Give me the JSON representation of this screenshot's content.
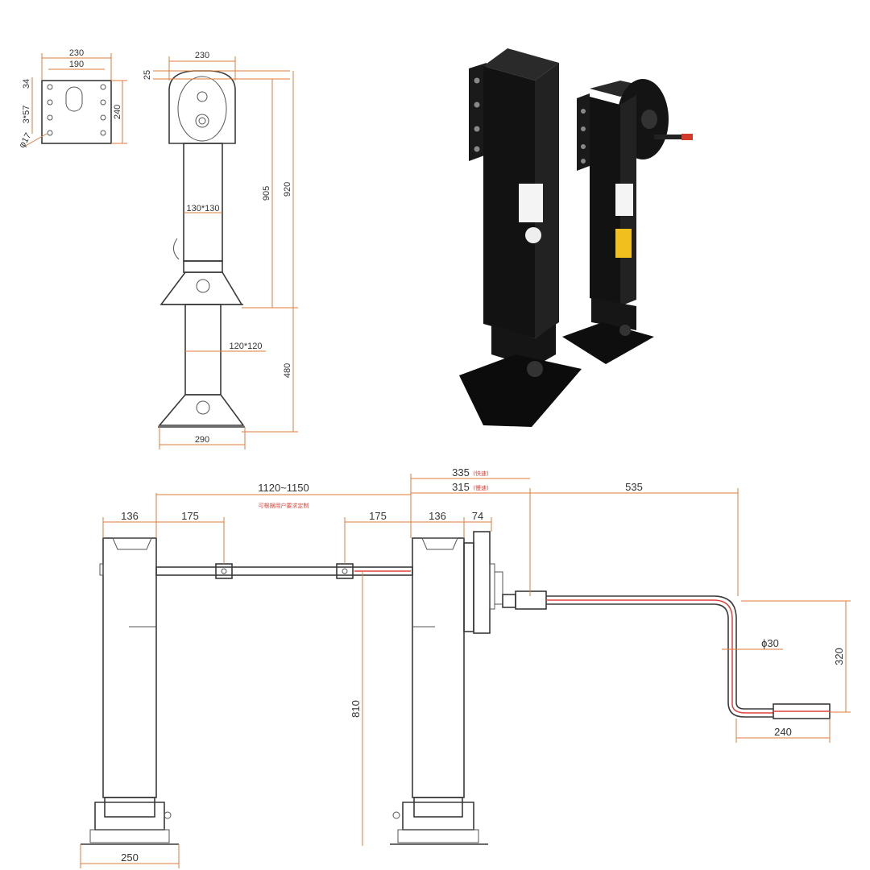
{
  "colors": {
    "dimension_line": "#e07a3a",
    "outline": "#3a3a3a",
    "photo_body": "#111111",
    "label_yellow": "#f2c01e",
    "crank_red": "#e0443a"
  },
  "plate_view": {
    "dims": {
      "width_outer": "230",
      "width_hole": "190",
      "height": "240",
      "top_offset": "34",
      "hole_pitch": "3*57",
      "hole_dia": "φ17"
    }
  },
  "side_view": {
    "dims": {
      "top_width": "230",
      "top_offset": "25",
      "upper_tube": "130*130",
      "height_retracted": "905",
      "height_total": "920",
      "lower_tube": "120*120",
      "extension": "480",
      "foot_width": "290"
    }
  },
  "assembly_view": {
    "dims": {
      "leg_width_left": "136",
      "span": "1120~1150",
      "span_note": "可根据用户要求定制",
      "shaft_left": "175",
      "shaft_right": "175",
      "leg_width_right": "136",
      "gearbox": "74",
      "crank_offset_a": "335",
      "crank_offset_a_note": "(快速)",
      "crank_offset_b": "315",
      "crank_offset_b_note": "(慢速)",
      "crank_reach": "535",
      "crank_rod_dia": "ϕ30",
      "crank_drop": "320",
      "handle_length": "240",
      "leg_height": "810",
      "foot_width": "250"
    }
  }
}
